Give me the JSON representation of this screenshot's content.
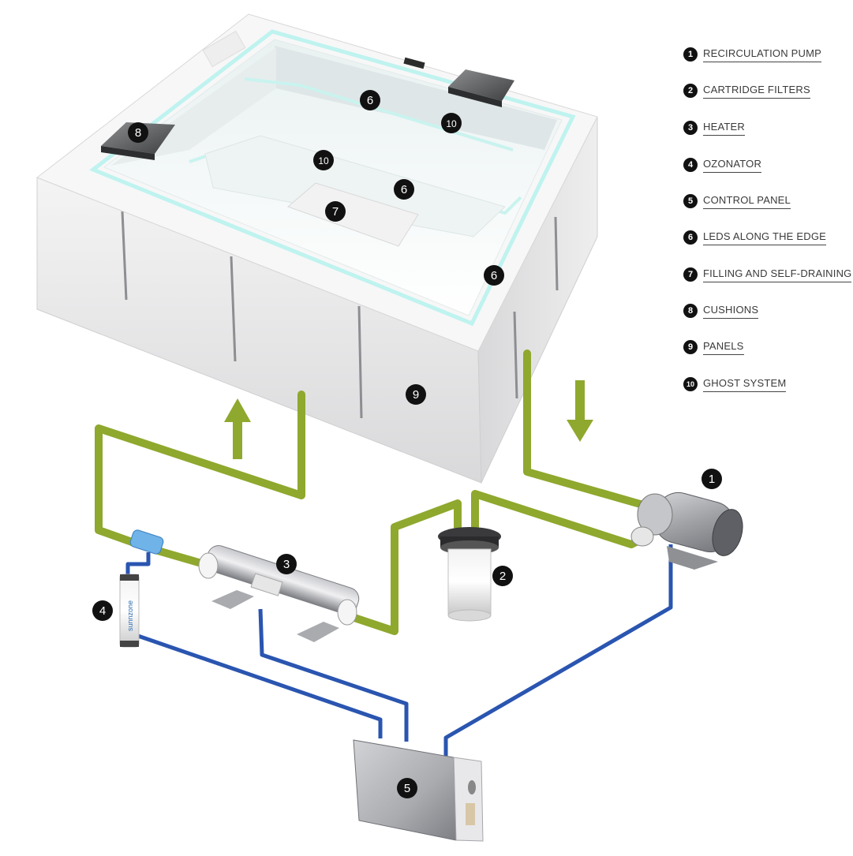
{
  "legend": [
    {
      "number": "1",
      "label": "RECIRCULATION PUMP"
    },
    {
      "number": "2",
      "label": "CARTRIDGE FILTERS"
    },
    {
      "number": "3",
      "label": "HEATER"
    },
    {
      "number": "4",
      "label": "OZONATOR"
    },
    {
      "number": "5",
      "label": "CONTROL PANEL"
    },
    {
      "number": "6",
      "label": "LEDS ALONG THE EDGE"
    },
    {
      "number": "7",
      "label": "FILLING AND SELF-DRAINING"
    },
    {
      "number": "8",
      "label": "CUSHIONS"
    },
    {
      "number": "9",
      "label": "PANELS"
    },
    {
      "number": "10",
      "label": "GHOST SYSTEM"
    }
  ],
  "markers": {
    "pump": "1",
    "filter": "2",
    "heater": "3",
    "ozonator": "4",
    "control_panel": "5",
    "led_back": "6",
    "led_front": "6",
    "led_right": "6",
    "filling": "7",
    "cushion": "8",
    "panels": "9",
    "ghost_back": "10",
    "ghost_front": "10"
  },
  "ozonator_brand": "sunnzone",
  "colors": {
    "water_pipe": "#8fa82e",
    "cable": "#2a55b0",
    "led_glow": "#bff3ef",
    "marker_fill": "#111111"
  }
}
